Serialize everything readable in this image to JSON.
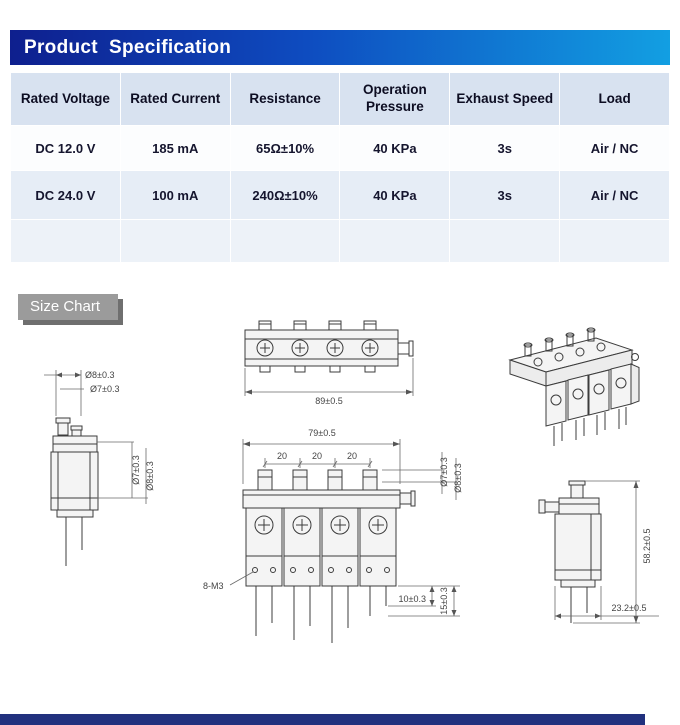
{
  "title_bar": {
    "title": "Product  Specification"
  },
  "table": {
    "columns": [
      "Rated Voltage",
      "Rated Current",
      "Resistance",
      "Operation Pressure",
      "Exhaust Speed",
      "Load"
    ],
    "rows": [
      [
        "DC 12.0 V",
        "185 mA",
        "65Ω±10%",
        "40 KPa",
        "3s",
        "Air / NC"
      ],
      [
        "DC 24.0 V",
        "100 mA",
        "240Ω±10%",
        "40 KPa",
        "3s",
        "Air / NC"
      ],
      [
        "",
        "",
        "",
        "",
        "",
        ""
      ]
    ]
  },
  "size_chart": {
    "label": "Size Chart"
  },
  "dims": {
    "d8": "Ø8±0.3",
    "d7": "Ø7±0.3",
    "w89": "89±0.5",
    "w79": "79±0.5",
    "p20": "20",
    "thread": "8-M3",
    "d10": "10±0.3",
    "d15": "15±0.3",
    "h582": "58.2±0.5",
    "d232": "23.2±0.5"
  },
  "colors": {
    "header_gradient_left": "#0e1f8e",
    "header_gradient_right": "#129fe2",
    "table_header_bg": "#d8e2f0",
    "table_row_alt_bg": "#e6edf6",
    "size_chart_bg": "#9b9b9b",
    "bottom_bar": "#21317e"
  }
}
